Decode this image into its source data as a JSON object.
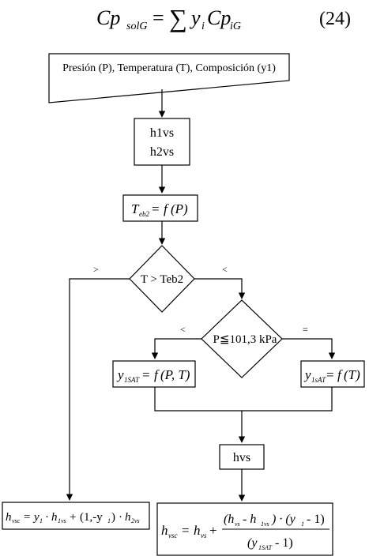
{
  "equation": {
    "lhs": "Cp",
    "lhs_sub": "solG",
    "equals": "=",
    "sum": "∑",
    "y": "y",
    "y_sub": "i",
    "cp": "Cp",
    "cp_sub": "iG",
    "number": "(24)"
  },
  "input_box": {
    "text": "Presión (P), Temperatura (T), Composición (y1)"
  },
  "box_h": {
    "line1": "h1vs",
    "line2": "h2vs"
  },
  "box_teb": {
    "var": "T",
    "sub": "eb2",
    "rhs_eq": "=",
    "rhs_f": "f",
    "rhs_arg": "(P)"
  },
  "decision1": {
    "text": "T > Teb2",
    "left_label": ">",
    "right_label": "<"
  },
  "decision2": {
    "text": "P≦101,3 kPa",
    "left_label": "<",
    "right_label": "="
  },
  "box_ysat_left": {
    "var": "y",
    "sub": "1SAT",
    "eq": "=",
    "f": "f",
    "args": "(P, T)"
  },
  "box_ysat_right": {
    "var": "y",
    "sub": "1sAT",
    "eq": "=",
    "f": "f",
    "args": "(T)"
  },
  "box_hvs": {
    "text": "hvs"
  },
  "box_hvsc_left": {
    "h": "h",
    "h_sub": "vsc",
    "eq": "=",
    "y1": "y",
    "y1_sub": "1",
    "dot1": "·",
    "h1": "h",
    "h1_sub": "1vs",
    "plus": "+",
    "paren_term": "(1,-y",
    "paren_sub": "1",
    "paren_close": ")",
    "dot2": "·",
    "h2": "h",
    "h2_sub": "2vs"
  },
  "box_hvsc_right": {
    "h": "h",
    "h_sub": "vsc",
    "eq": "=",
    "hvs": "h",
    "hvs_sub": "vs",
    "plus": "+",
    "num_a": "(h",
    "num_a_sub": "vs",
    "num_minus": "- h",
    "num_b_sub": "1vs",
    "num_close": ") · (y",
    "num_c_sub": "1",
    "num_end": "- 1)",
    "den_open": "(y",
    "den_sub": "1SAT",
    "den_end": "- 1)"
  }
}
